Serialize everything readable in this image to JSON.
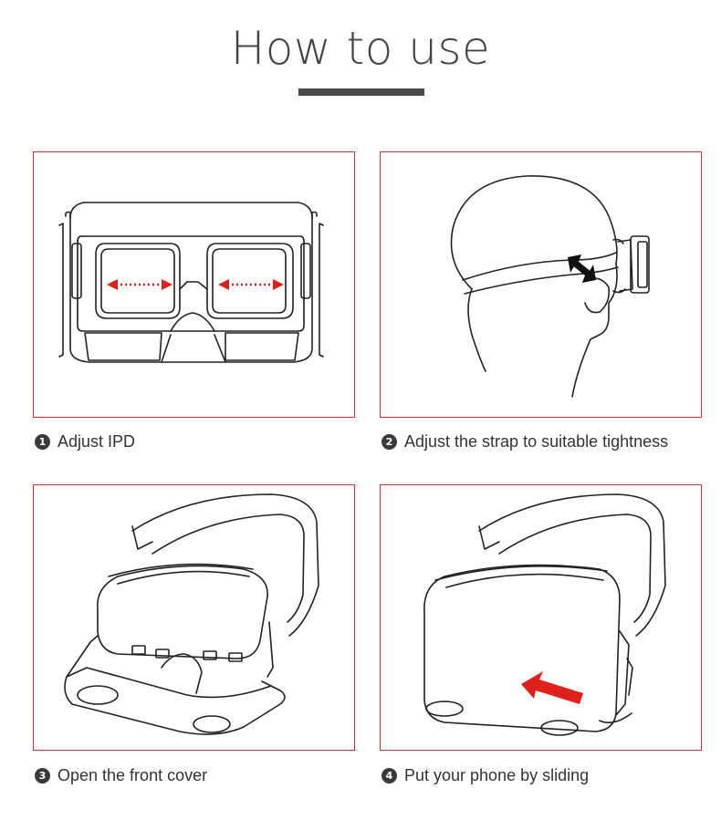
{
  "header": {
    "title": "How to use"
  },
  "steps": [
    {
      "number": "1",
      "label": "Adjust IPD"
    },
    {
      "number": "2",
      "label": "Adjust the strap to suitable tightness"
    },
    {
      "number": "3",
      "label": "Open the front cover"
    },
    {
      "number": "4",
      "label": "Put your phone by sliding"
    }
  ],
  "colors": {
    "accent_red": "#c9302c",
    "arrow_red": "#e0201b",
    "text": "#333333",
    "title_bar": "#4a4a4a"
  }
}
